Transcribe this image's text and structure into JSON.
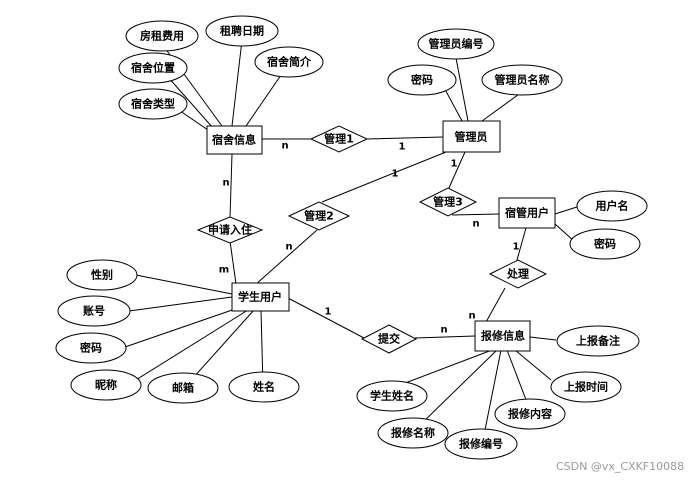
{
  "entities": {
    "dorm_info": "宿舍信息",
    "admin": "管理员",
    "dorm_user": "宿管用户",
    "student_user": "学生用户",
    "repair_info": "报修信息"
  },
  "relationships": {
    "manage1": "管理1",
    "manage2": "管理2",
    "manage3": "管理3",
    "apply_checkin": "申请入住",
    "submit": "提交",
    "handle": "处理"
  },
  "attributes": {
    "dorm_info": {
      "rent": "房租费用",
      "lease_date": "租聘日期",
      "location": "宿舍位置",
      "intro": "宿舍简介",
      "type": "宿舍类型"
    },
    "admin": {
      "admin_id": "管理员编号",
      "password": "密码",
      "admin_name": "管理员名称"
    },
    "dorm_user": {
      "username": "用户名",
      "password": "密码"
    },
    "student_user": {
      "gender": "性别",
      "account": "账号",
      "password": "密码",
      "nickname": "昵称",
      "email": "邮箱",
      "name": "姓名"
    },
    "repair_info": {
      "remark": "上报备注",
      "report_time": "上报时间",
      "content": "报修内容",
      "repair_id": "报修编号",
      "repair_name": "报修名称",
      "student_name": "学生姓名"
    }
  },
  "cardinalities": {
    "manage1_dorm": "n",
    "manage1_admin": "1",
    "manage2_admin": "1",
    "manage2_student": "n",
    "manage3_admin": "1",
    "manage3_dorm_user": "n",
    "apply_dorm": "n",
    "apply_student": "m",
    "submit_student": "1",
    "submit_repair": "n",
    "handle_dorm_user": "1",
    "handle_repair": "n"
  },
  "watermark": "CSDN @vx_CXKF10088"
}
